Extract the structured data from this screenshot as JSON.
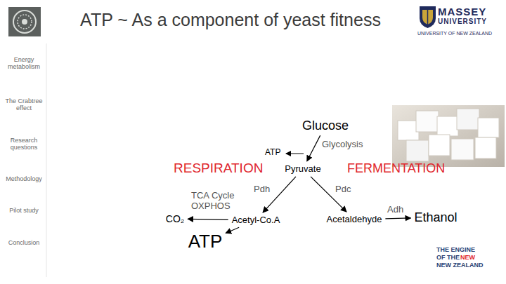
{
  "diagram": {
    "title": "ATP ~ As a component of yeast fitness",
    "nodes": [
      {
        "text": [
          "Glucose"
        ]
      },
      {
        "text": [
          "Pyruvate"
        ]
      },
      {
        "text": [
          "Acetyl-Co.A"
        ]
      },
      {
        "text": [
          "CO₂"
        ]
      },
      {
        "text": [
          "ATP"
        ]
      },
      {
        "text": [
          "Acetaldehyde"
        ]
      },
      {
        "text": [
          "Ethanol"
        ]
      }
    ],
    "edges": [
      {
        "from": 0,
        "to": 1,
        "label": "Glycolysis",
        "arrow": "to"
      },
      {
        "from": 1,
        "to": 2,
        "label": "Pdh",
        "arrow": "to"
      },
      {
        "from": 2,
        "to": 3,
        "label": "TCA Cycle OXPHOS",
        "arrow": "to"
      },
      {
        "from": 2,
        "to": 4,
        "arrow": "to"
      },
      {
        "from": 1,
        "to": 5,
        "label": "Pdc",
        "arrow": "to"
      },
      {
        "from": 5,
        "to": 6,
        "label": "Adh",
        "arrow": "to"
      }
    ],
    "labels": [
      "Energy metabolism",
      "The Crabtree effect",
      "Research questions",
      "Methodology",
      "Pilot study",
      "Conclusion",
      "ATP",
      "RESPIRATION",
      "FERMENTATION",
      "MASSEY",
      "UNIVERSITY",
      "UNIVERSITY OF NEW ZEALAND",
      "THE ENGINE",
      "OF THE",
      "NEW",
      "NEW ZEALAND"
    ]
  }
}
